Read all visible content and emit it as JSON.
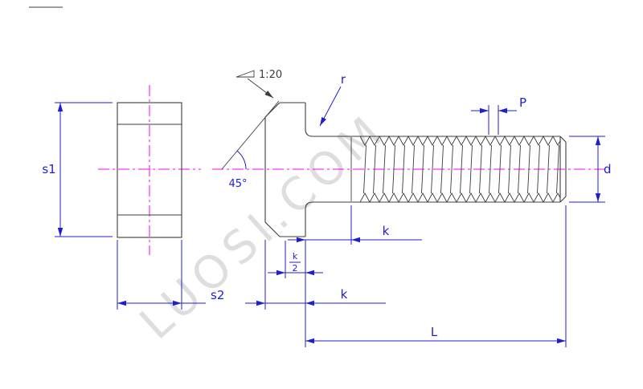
{
  "watermark": "LUOSI.COM",
  "labels": {
    "s1": "s1",
    "s2": "s2",
    "k_upper": "k",
    "k_lower": "k",
    "k_half_num": "k",
    "k_half_den": "2",
    "L": "L",
    "d": "d",
    "P": "P",
    "r": "r",
    "angle": "45°",
    "taper": "1:20"
  },
  "colors": {
    "dimension_blue": "#1f1fcf",
    "centerline_magenta": "#ff00ff",
    "object_gray": "#3d3d3d",
    "watermark_gray": "#dedede"
  }
}
